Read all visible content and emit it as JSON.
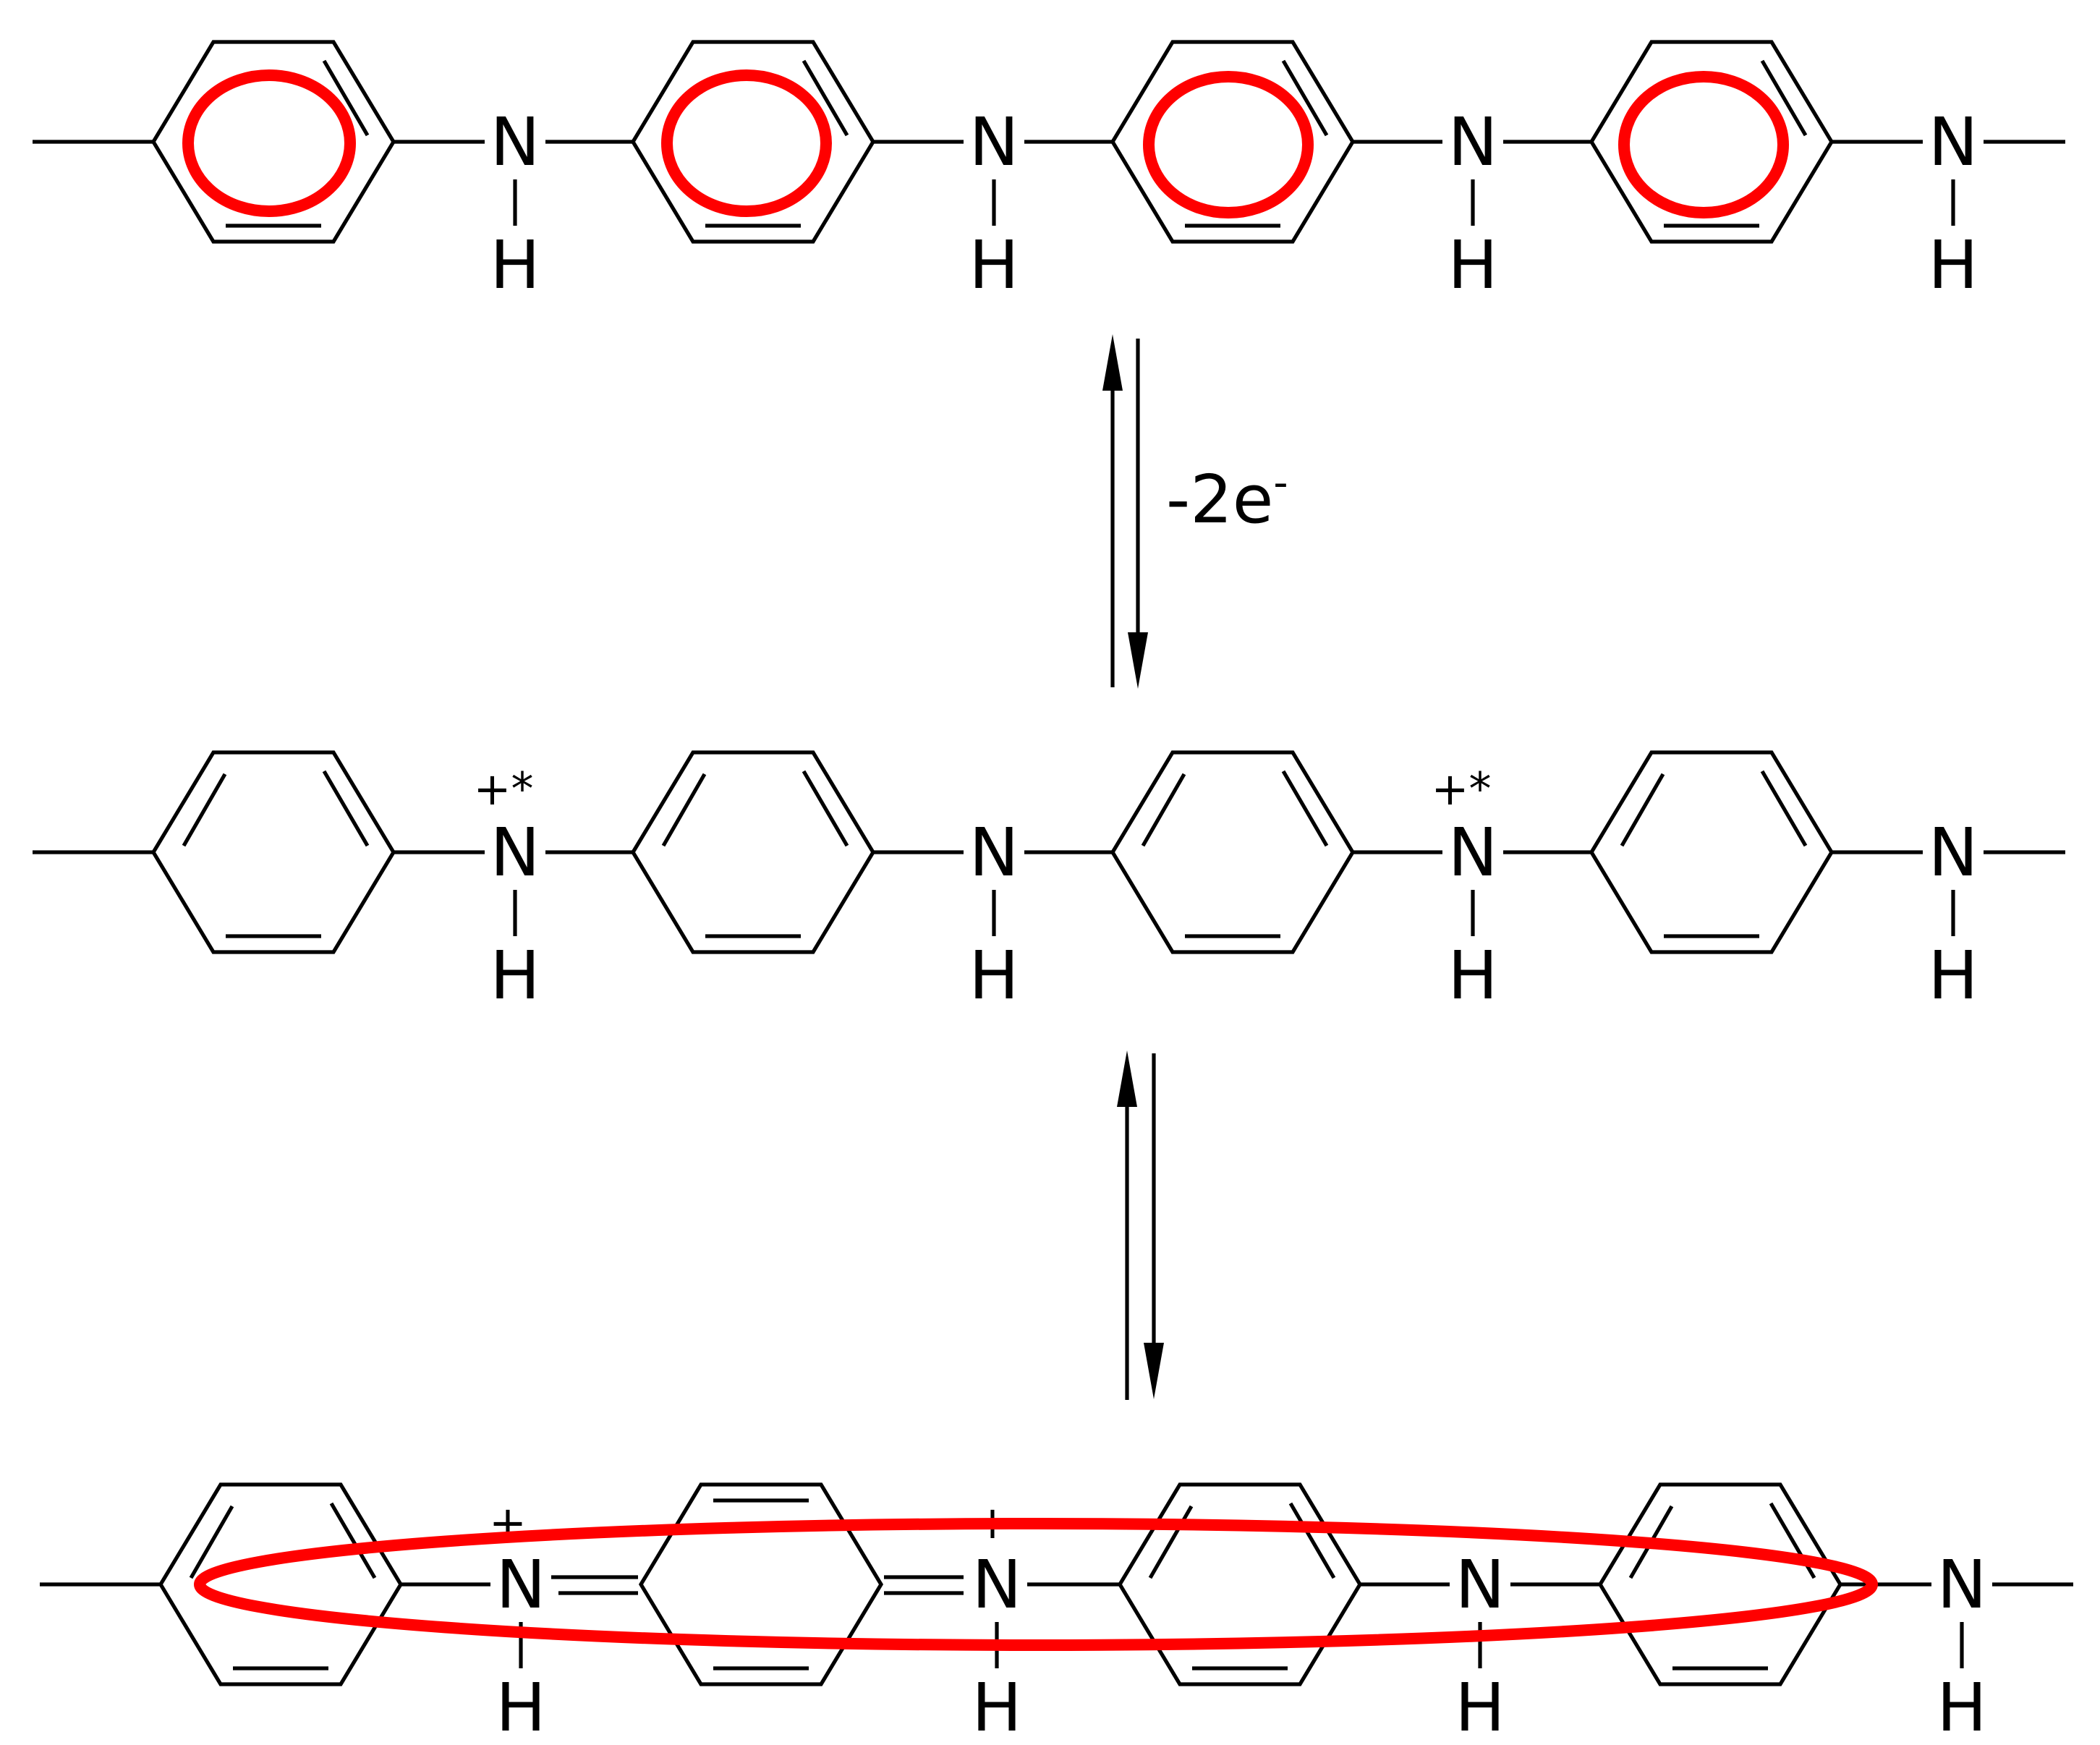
{
  "colors": {
    "ink": "#000000",
    "highlight": "#ff0000",
    "background": "#ffffff"
  },
  "structures": [
    {
      "id": "leucoemeraldine",
      "nitrogens": [
        {
          "symbol": "N",
          "hydrogen": "H",
          "charge": ""
        },
        {
          "symbol": "N",
          "hydrogen": "H",
          "charge": ""
        },
        {
          "symbol": "N",
          "hydrogen": "H",
          "charge": ""
        },
        {
          "symbol": "N",
          "hydrogen": "H",
          "charge": ""
        }
      ],
      "highlight": "aromatic rings"
    },
    {
      "id": "polaron",
      "nitrogens": [
        {
          "symbol": "N",
          "hydrogen": "H",
          "charge": "+*"
        },
        {
          "symbol": "N",
          "hydrogen": "H",
          "charge": ""
        },
        {
          "symbol": "N",
          "hydrogen": "H",
          "charge": "+*"
        },
        {
          "symbol": "N",
          "hydrogen": "H",
          "charge": ""
        }
      ],
      "highlight": ""
    },
    {
      "id": "bipolaron",
      "nitrogens": [
        {
          "symbol": "N",
          "hydrogen": "H",
          "charge": "+"
        },
        {
          "symbol": "N",
          "hydrogen": "H",
          "charge": "+"
        },
        {
          "symbol": "N",
          "hydrogen": "H",
          "charge": ""
        },
        {
          "symbol": "N",
          "hydrogen": "H",
          "charge": ""
        }
      ],
      "highlight": "delocalized chain"
    }
  ],
  "arrows": [
    {
      "type": "equilibrium",
      "label": "-2e",
      "label_superscript": "-"
    },
    {
      "type": "equilibrium",
      "label": "",
      "label_superscript": ""
    }
  ]
}
